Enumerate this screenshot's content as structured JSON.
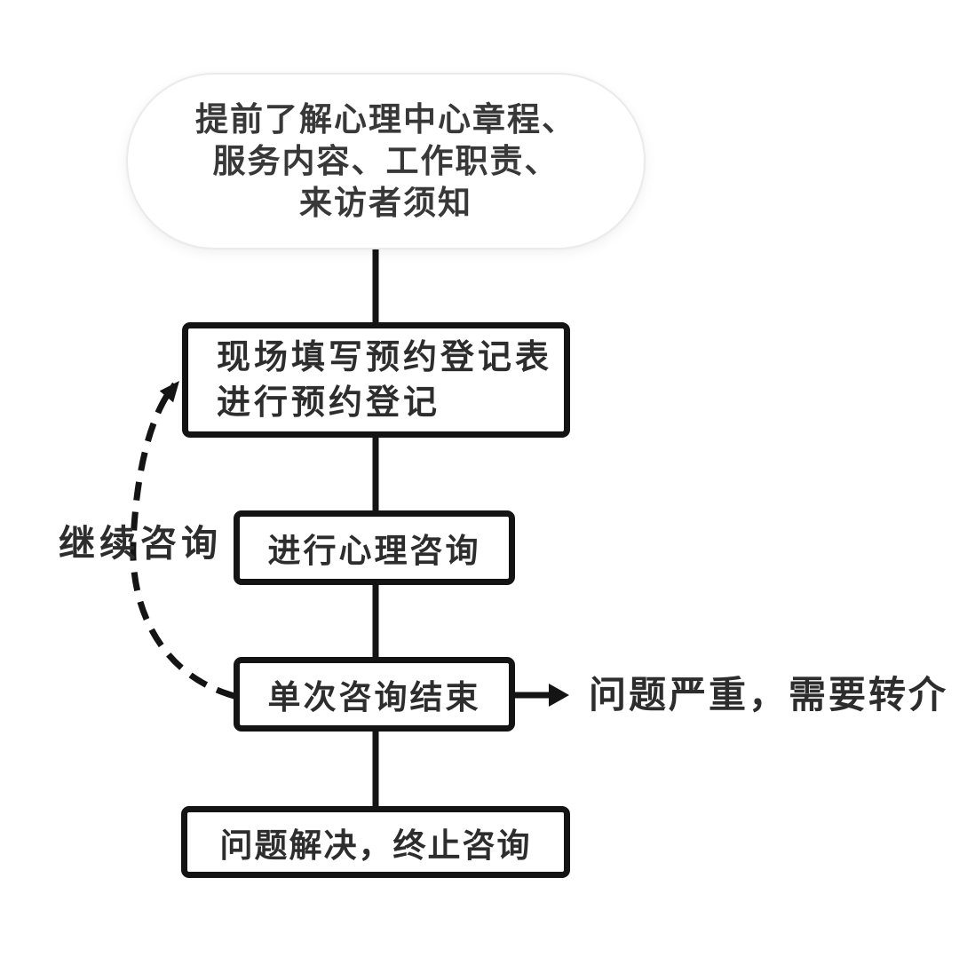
{
  "flowchart": {
    "nodes": [
      {
        "id": "start",
        "shape": "stadium",
        "lines": [
          "提前了解心理中心章程、",
          "服务内容、工作职责、",
          "来访者须知"
        ]
      },
      {
        "id": "register",
        "shape": "rect",
        "lines": [
          "现场填写预约登记表",
          "进行预约登记"
        ]
      },
      {
        "id": "counseling",
        "shape": "rect",
        "lines": [
          "进行心理咨询"
        ]
      },
      {
        "id": "session-end",
        "shape": "rect",
        "lines": [
          "单次咨询结束"
        ]
      },
      {
        "id": "terminate",
        "shape": "rect",
        "lines": [
          "问题解决，终止咨询"
        ]
      }
    ],
    "edges": [
      {
        "from": "start",
        "to": "register",
        "style": "solid-line"
      },
      {
        "from": "register",
        "to": "counseling",
        "style": "solid-line"
      },
      {
        "from": "counseling",
        "to": "session-end",
        "style": "solid-line"
      },
      {
        "from": "session-end",
        "to": "terminate",
        "style": "solid-line"
      },
      {
        "from": "session-end",
        "to": "referral-outcome",
        "style": "solid-arrow-right",
        "label": "问题严重，需要转介"
      },
      {
        "from": "session-end",
        "to": "register",
        "style": "dashed-curve-arrow",
        "label": "继续咨询"
      }
    ],
    "colors": {
      "connector": "#141414",
      "node_border": "#141414",
      "text": "#2d2d2d",
      "start_border": "#ebebeb",
      "background": "#ffffff"
    }
  }
}
